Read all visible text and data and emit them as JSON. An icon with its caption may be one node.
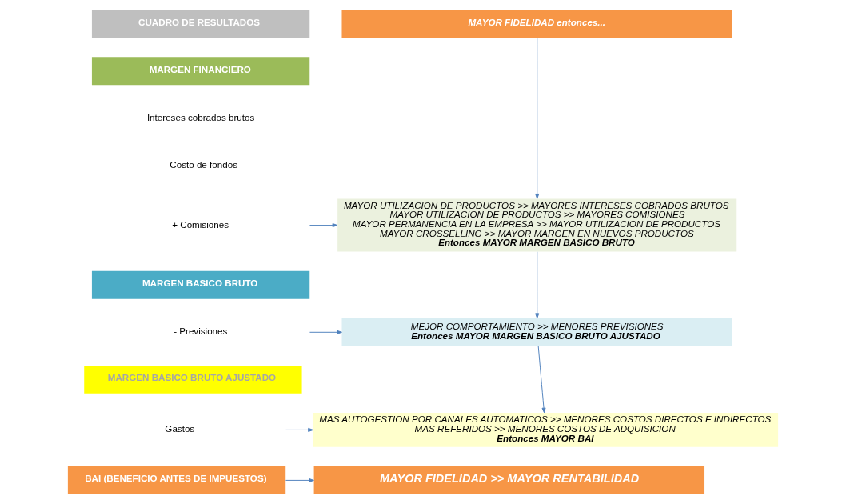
{
  "diagram": {
    "nodes": [
      {
        "text": [
          "CUADRO DE RESULTADOS"
        ]
      },
      {
        "text": [
          "MARGEN FINANCIERO"
        ]
      },
      {
        "text": [
          "+ Comisiones"
        ]
      },
      {
        "text": [
          "MARGEN BASICO BRUTO"
        ]
      },
      {
        "text": [
          "- Previsiones"
        ]
      },
      {
        "text": [
          "MARGEN BASICO BRUTO AJUSTADO"
        ]
      },
      {
        "text": [
          "- Gastos"
        ]
      },
      {
        "text": [
          "BAI (BENEFICIO ANTES DE IMPUESTOS)"
        ]
      },
      {
        "text": [
          "MAYOR FIDELIDAD entonces..."
        ]
      },
      {
        "text": [
          "MAYOR UTILIZACION DE PRODUCTOS >> MAYORES INTERESES COBRADOS BRUTOS",
          "MAYOR UTILIZACION DE PRODUCTOS >> MAYORES COMISIONES",
          "MAYOR PERMANENCIA EN LA EMPRESA >> MAYOR UTILIZACION DE PRODUCTOS",
          "MAYOR CROSSELLING >> MAYOR MARGEN EN NUEVOS PRODUCTOS",
          "Entonces MAYOR MARGEN BASICO BRUTO"
        ]
      },
      {
        "text": [
          "MEJOR COMPORTAMIENTO >> MENORES PREVISIONES",
          "Entonces MAYOR MARGEN BASICO BRUTO AJUSTADO"
        ]
      },
      {
        "text": [
          "MAS AUTOGESTION POR CANALES AUTOMATICOS >> MENORES COSTOS DIRECTOS E INDIRECTOS",
          "MAS REFERIDOS >> MENORES COSTOS DE ADQUISICION",
          "Entonces MAYOR BAI"
        ]
      },
      {
        "text": [
          "MAYOR FIDELIDAD >> MAYOR RENTABILIDAD"
        ]
      }
    ],
    "edges": [
      {
        "from": 8,
        "to": 9,
        "arrow": "to"
      },
      {
        "from": 2,
        "to": 9,
        "arrow": "to"
      },
      {
        "from": 9,
        "to": 10,
        "arrow": "to"
      },
      {
        "from": 4,
        "to": 10,
        "arrow": "to"
      },
      {
        "from": 10,
        "to": 11,
        "arrow": "to"
      },
      {
        "from": 6,
        "to": 11,
        "arrow": "to"
      },
      {
        "from": 7,
        "to": 12,
        "arrow": "to"
      }
    ],
    "labels": [
      "Intereses cobrados brutos",
      "- Costo de fondos"
    ]
  }
}
